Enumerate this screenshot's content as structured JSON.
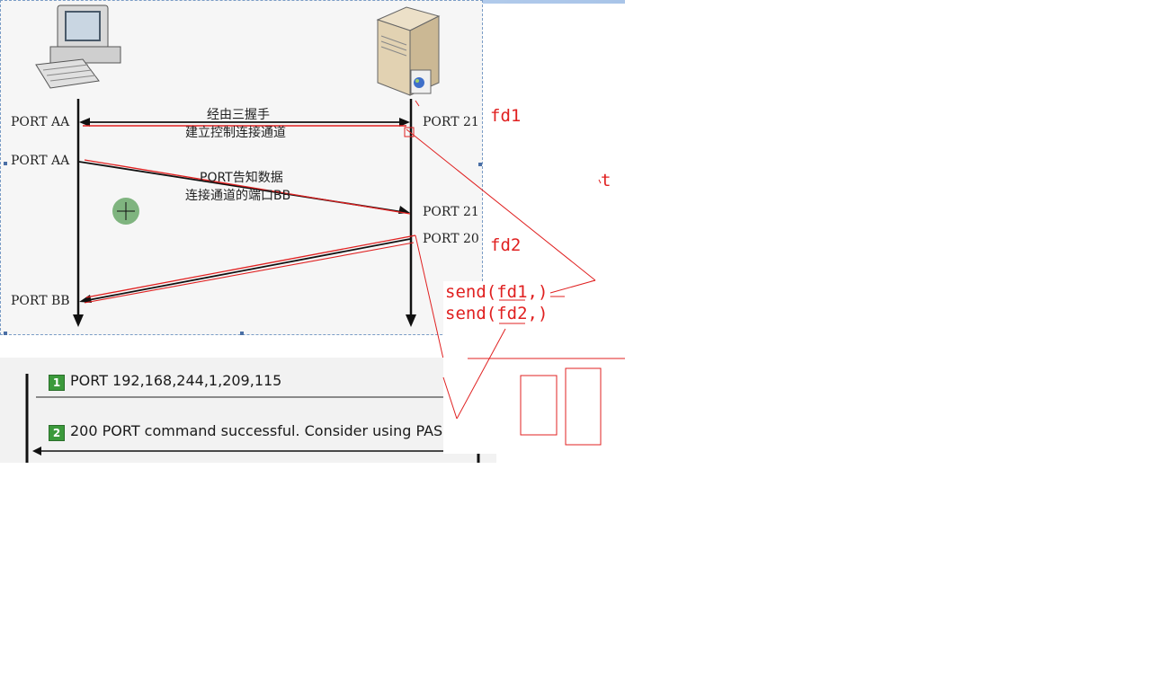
{
  "diagram": {
    "client_ports": [
      "PORT AA",
      "PORT AA",
      "PORT BB"
    ],
    "server_ports": [
      "PORT 21",
      "PORT 21",
      "PORT 20"
    ],
    "msg1_line1": "经由三握手",
    "msg1_line2": "建立控制连接通道",
    "msg2_line1": "PORT告知数据",
    "msg2_line2": "连接通道的端口BB"
  },
  "annotations": {
    "fd1": "fd1",
    "fd2": "fd2",
    "t": "t",
    "send1": "send(fd1,)",
    "send2": "send(fd2,)",
    "color": "#e02020"
  },
  "ftp_log": {
    "step1_num": "1",
    "step1": "PORT 192,168,244,1,209,115",
    "step2_num": "2",
    "step2": "200 PORT command successful. Consider using PAS"
  }
}
